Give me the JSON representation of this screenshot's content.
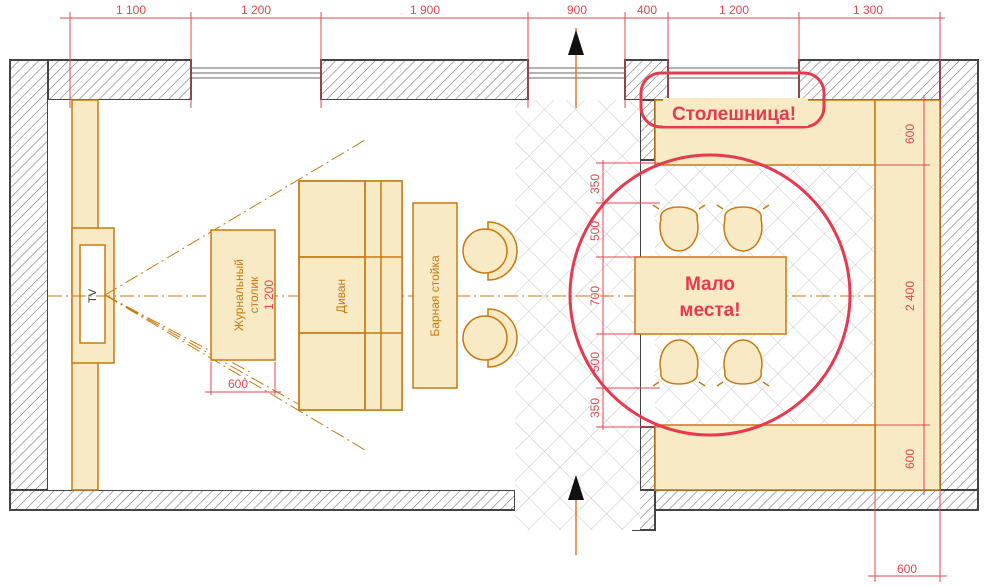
{
  "colors": {
    "wall": "#555555",
    "furniture_fill": "#f8eac4",
    "furniture_stroke": "#c87a10",
    "dimension": "#e0484f",
    "annotation": "#e8394f"
  },
  "top_dimensions": [
    "1 100",
    "1 200",
    "1 900",
    "900",
    "400",
    "1 200",
    "1 300"
  ],
  "right_dimensions": [
    "600",
    "2 400",
    "600"
  ],
  "kitchen_dimensions": [
    "350",
    "500",
    "700",
    "500",
    "350"
  ],
  "bottom_dimension": "600",
  "furniture": {
    "tv_label": "TV",
    "coffee_table_line1": "Журнальный",
    "coffee_table_line2": "столик",
    "coffee_table_size": "1 200",
    "coffee_table_width": "600",
    "sofa_label": "Диван",
    "bar_counter_label": "Барная стойка"
  },
  "annotations": {
    "countertop": "Столешница!",
    "little_space_line1": "Мало",
    "little_space_line2": "места!"
  }
}
